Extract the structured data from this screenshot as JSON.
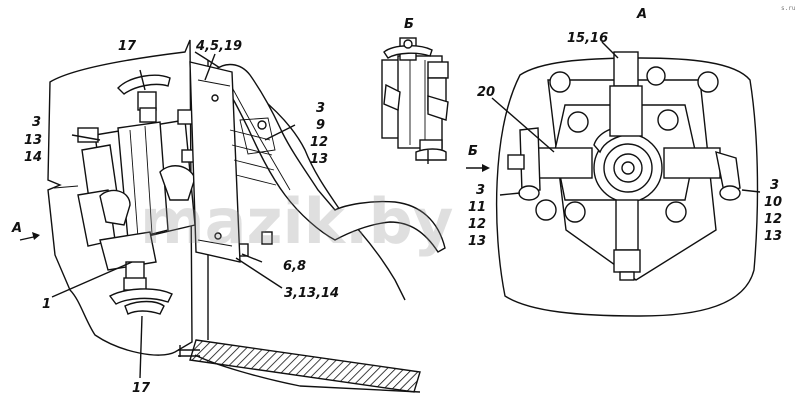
{
  "views": {
    "main_arrow": "А",
    "b_view": "Б",
    "a_view": "А",
    "b_arrow": "Б"
  },
  "callouts": {
    "c17_top": "17",
    "c4519": "4,5,19",
    "c3_left": "3",
    "c13_left": "13",
    "c14_left": "14",
    "c3_mid": "3",
    "c9_mid": "9",
    "c12_mid": "12",
    "c13_mid": "13",
    "c68": "6,8",
    "c31314": "3,13,14",
    "c1": "1",
    "c17_bot": "17",
    "c1516": "15,16",
    "c20": "20",
    "c3_ra": "3",
    "c11_ra": "11",
    "c12_ra": "12",
    "c13_ra": "13",
    "c3_rb": "3",
    "c10_rb": "10",
    "c12_rb": "12",
    "c13_rb": "13"
  },
  "watermark": "mazik.by",
  "corner_mark": "s.ru"
}
